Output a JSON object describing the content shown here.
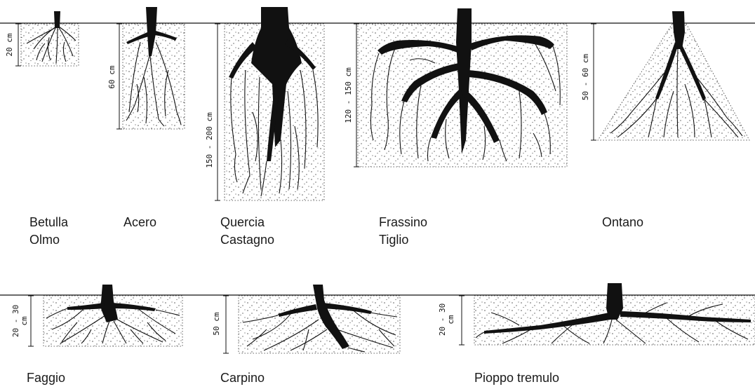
{
  "root_systems": [
    {
      "id": "betulla",
      "depth_label": "20 cm",
      "names": [
        "Betulla",
        "Olmo"
      ]
    },
    {
      "id": "acero",
      "depth_label": "60 cm",
      "names": [
        "Acero"
      ]
    },
    {
      "id": "quercia",
      "depth_label": "150 - 200 cm",
      "names": [
        "Quercia",
        "Castagno"
      ]
    },
    {
      "id": "frassino",
      "depth_label": "120 - 150 cm",
      "names": [
        "Frassino",
        "Tiglio"
      ]
    },
    {
      "id": "ontano",
      "depth_label": "50 - 60 cm",
      "names": [
        "Ontano"
      ]
    },
    {
      "id": "faggio",
      "depth_label": [
        "20 - 30",
        "cm"
      ],
      "names": [
        "Faggio"
      ]
    },
    {
      "id": "carpino",
      "depth_label": "50 cm",
      "names": [
        "Carpino"
      ]
    },
    {
      "id": "pioppo",
      "depth_label": [
        "20 - 30",
        "cm"
      ],
      "names": [
        "Pioppo tremulo"
      ]
    }
  ],
  "colors": {
    "ink": "#111111",
    "soil_dot": "#555555",
    "background": "#ffffff"
  }
}
